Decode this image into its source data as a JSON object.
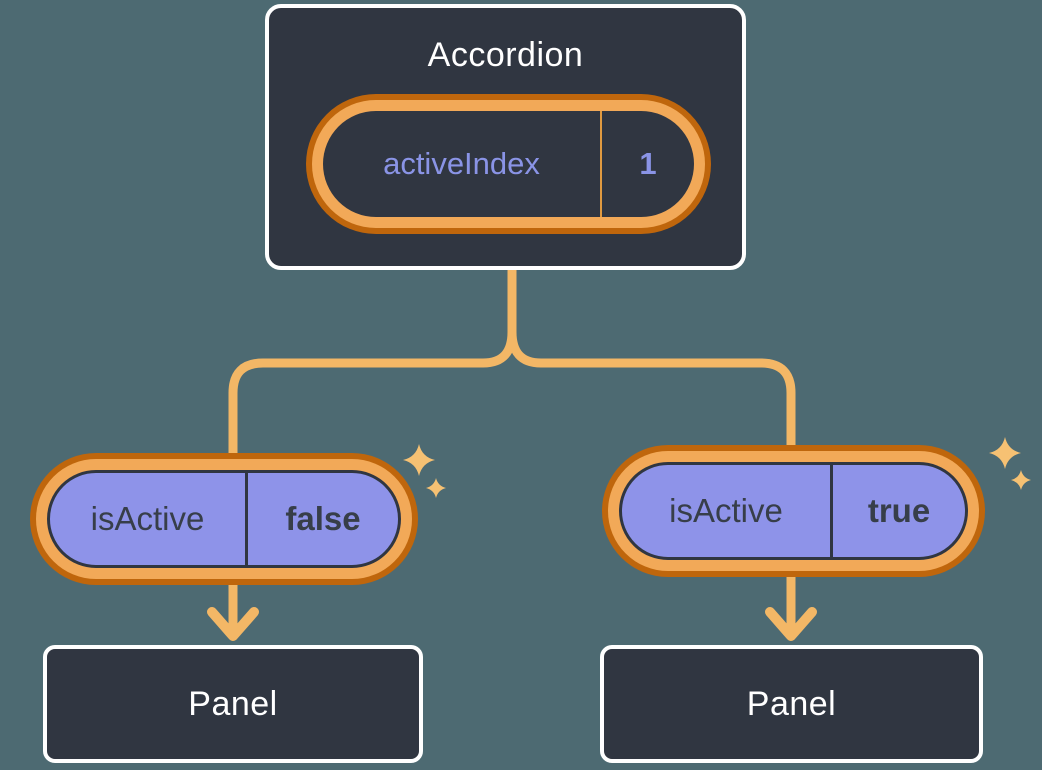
{
  "root_component": {
    "title": "Accordion",
    "state": {
      "name": "activeIndex",
      "value": "1"
    }
  },
  "children": [
    {
      "prop": {
        "name": "isActive",
        "value": "false"
      },
      "panel_label": "Panel"
    },
    {
      "prop": {
        "name": "isActive",
        "value": "true"
      },
      "panel_label": "Panel"
    }
  ],
  "colors": {
    "background": "#4d6a72",
    "node_fill": "#303641",
    "node_border": "#ffffff",
    "pill_ring_light": "#f2a958",
    "pill_ring_dark": "#bf660c",
    "prop_pill_fill": "#8e93e9",
    "state_text_purple": "#8a94e6",
    "prop_text_dark": "#373e49",
    "connector_line": "#f3b766",
    "sparkle": "#f6c173"
  }
}
